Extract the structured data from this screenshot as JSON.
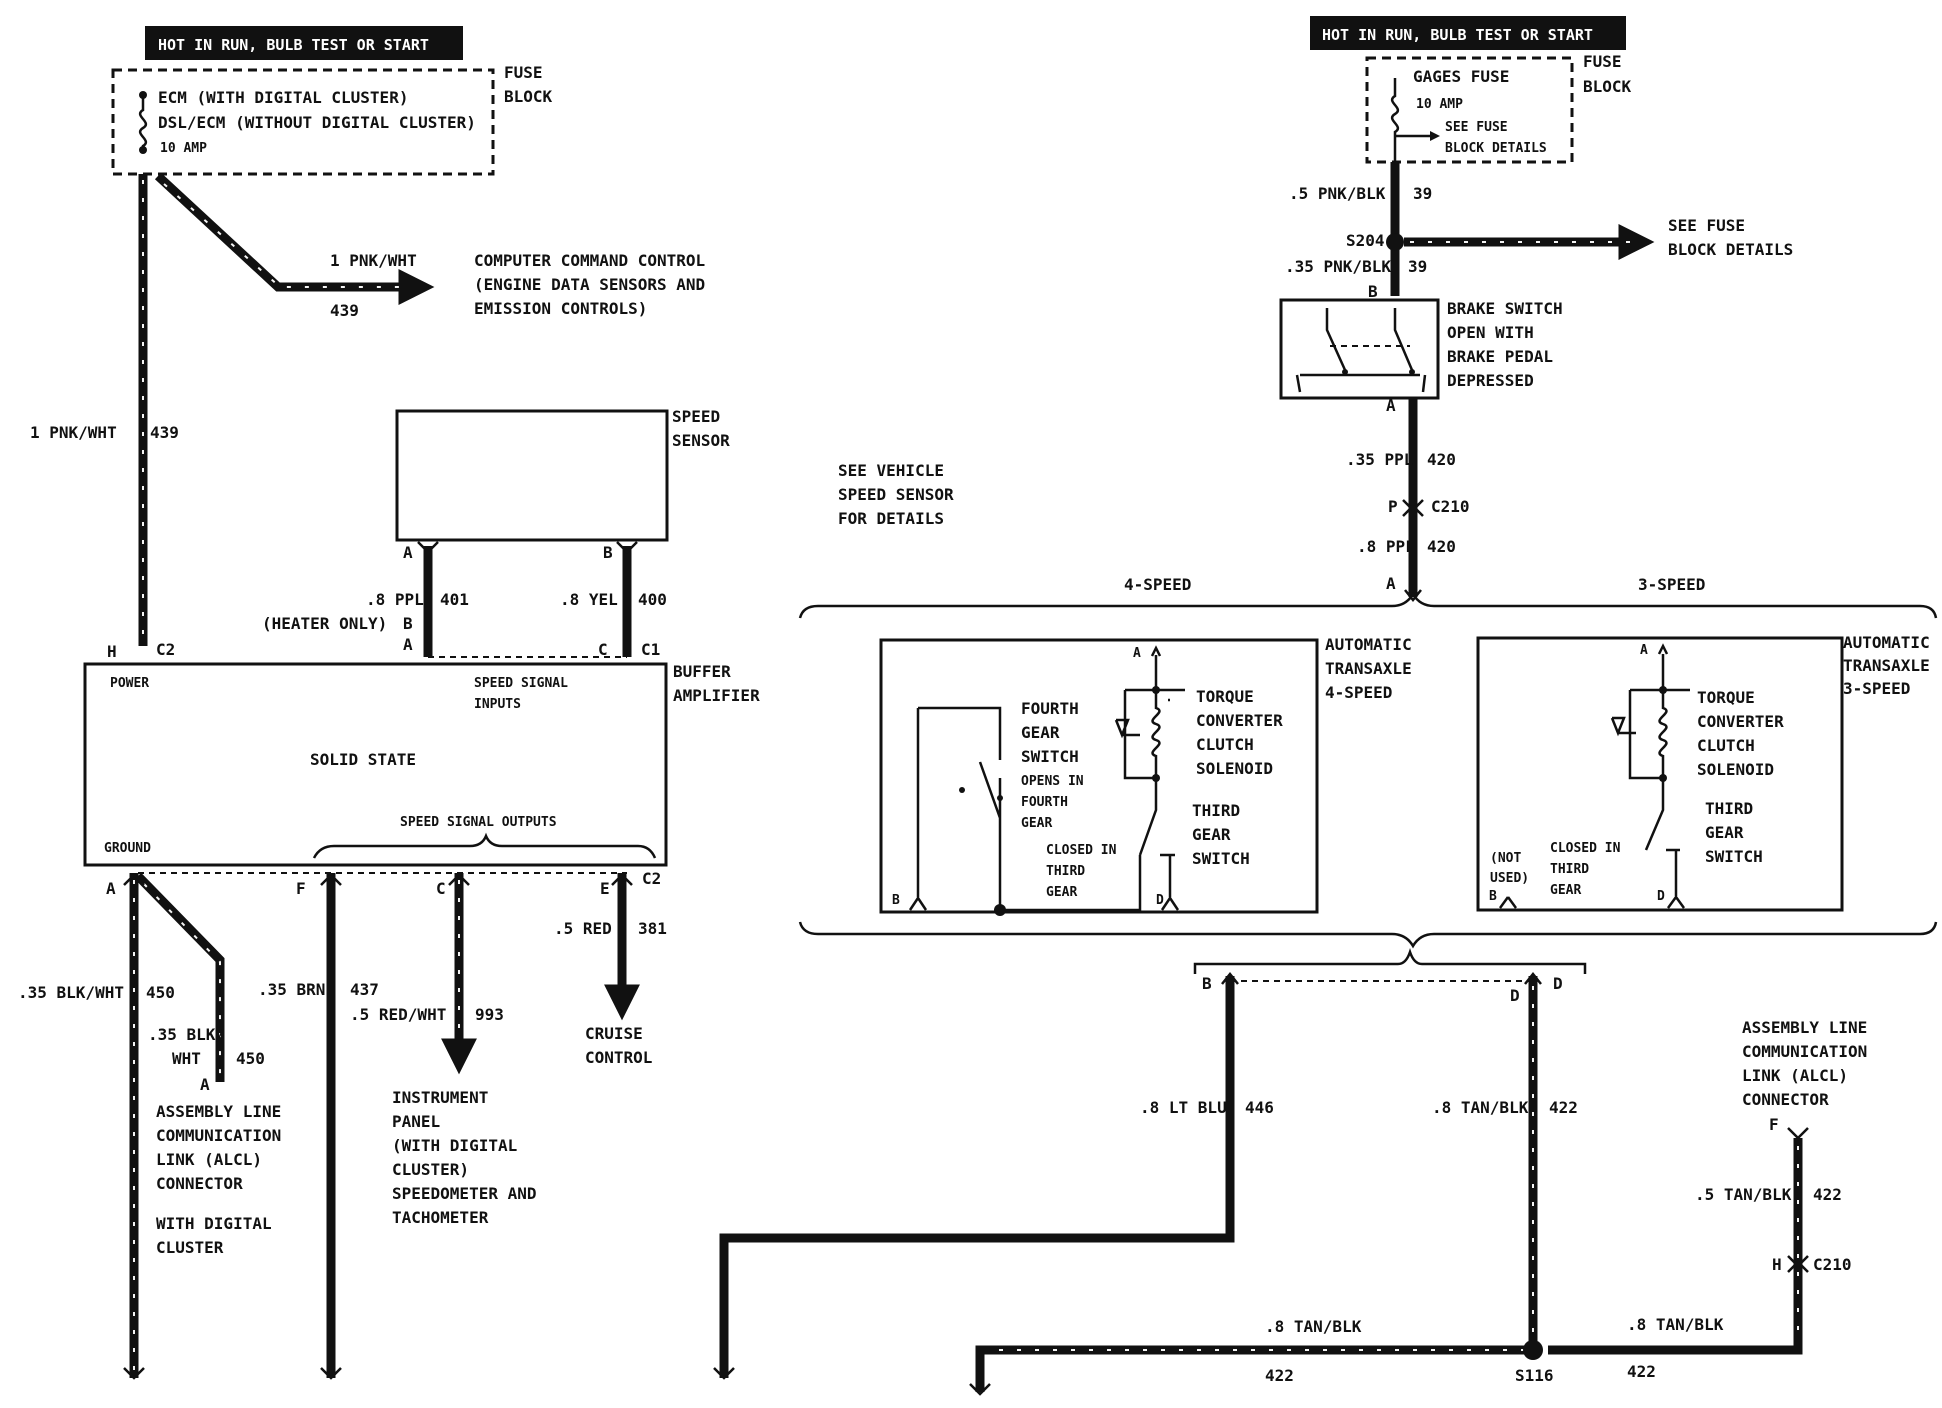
{
  "left_header": "HOT IN RUN, BULB TEST OR START",
  "right_header": "HOT IN RUN, BULB TEST OR START",
  "left_fuse": {
    "line1": "ECM (WITH DIGITAL CLUSTER)",
    "line2": "DSL/ECM (WITHOUT DIGITAL CLUSTER)",
    "rating": "10 AMP",
    "block_label_1": "FUSE",
    "block_label_2": "BLOCK"
  },
  "right_fuse": {
    "name": "GAGES FUSE",
    "rating": "10 AMP",
    "see1": "SEE FUSE",
    "see2": "BLOCK DETAILS",
    "block_label_1": "FUSE",
    "block_label_2": "BLOCK"
  },
  "ccc": {
    "wire": "1 PNK/WHT",
    "circuit": "439",
    "line1": "COMPUTER COMMAND CONTROL",
    "line2": "(ENGINE DATA SENSORS AND",
    "line3": "EMISSION CONTROLS)"
  },
  "main_wire": {
    "wire": "1 PNK/WHT",
    "circuit": "439"
  },
  "speed_sensor": {
    "label1": "SPEED",
    "label2": "SENSOR",
    "pin_a": "A",
    "pin_b": "B",
    "wire_a": ".8 PPL",
    "circuit_a": "401",
    "wire_b": ".8 YEL",
    "circuit_b": "400",
    "heater": "(HEATER ONLY)",
    "heater_pin": "B"
  },
  "buffer": {
    "label1": "BUFFER",
    "label2": "AMPLIFIER",
    "power": "POWER",
    "inputs1": "SPEED SIGNAL",
    "inputs2": "INPUTS",
    "solid": "SOLID STATE",
    "outputs": "SPEED SIGNAL OUTPUTS",
    "ground": "GROUND",
    "pin_h": "H",
    "conn_c2_top": "C2",
    "pin_a_top": "A",
    "pin_c_top": "C",
    "conn_c1": "C1",
    "pin_a": "A",
    "pin_f": "F",
    "pin_c": "C",
    "pin_e": "E",
    "conn_c2_bot": "C2"
  },
  "bottom_left": {
    "gnd_wire": ".35 BLK/WHT",
    "gnd_circuit": "450",
    "alcl_wire_1": ".35 BLK/",
    "alcl_wire_2": "WHT",
    "alcl_circuit": "450",
    "alcl_pin": "A",
    "alcl1": "ASSEMBLY LINE",
    "alcl2": "COMMUNICATION",
    "alcl3": "LINK (ALCL)",
    "alcl4": "CONNECTOR",
    "with1": "WITH DIGITAL",
    "with2": "CLUSTER",
    "brn_wire": ".35 BRN",
    "brn_circuit": "437",
    "red_wht_wire": ".5 RED/WHT",
    "red_wht_circuit": "993",
    "ip1": "INSTRUMENT",
    "ip2": "PANEL",
    "ip3": "(WITH DIGITAL",
    "ip4": "CLUSTER)",
    "ip5": "SPEEDOMETER AND",
    "ip6": "TACHOMETER",
    "red_wire": ".5 RED",
    "red_circuit": "381",
    "cruise1": "CRUISE",
    "cruise2": "CONTROL"
  },
  "brake": {
    "wire_top": ".5 PNK/BLK",
    "circuit_top": "39",
    "splice": "S204",
    "see1": "SEE FUSE",
    "see2": "BLOCK DETAILS",
    "wire_mid": ".35 PNK/BLK",
    "circuit_mid": "39",
    "pin_b": "B",
    "pin_a": "A",
    "label1": "BRAKE SWITCH",
    "label2": "OPEN WITH",
    "label3": "BRAKE PEDAL",
    "label4": "DEPRESSED",
    "ppl_wire": ".35 PPL",
    "ppl_circuit": "420",
    "conn": "C210",
    "conn_pin": "P",
    "ppl8_wire": ".8 PPL",
    "ppl8_circuit": "420",
    "pin_a2": "A"
  },
  "vss_note": {
    "line1": "SEE VEHICLE",
    "line2": "SPEED SENSOR",
    "line3": "FOR DETAILS"
  },
  "four_speed": {
    "bracket": "4-SPEED",
    "title1": "AUTOMATIC",
    "title2": "TRANSAXLE",
    "title3": "4-SPEED",
    "pin_a": "A",
    "pin_b": "B",
    "pin_d": "D",
    "fg1": "FOURTH",
    "fg2": "GEAR",
    "fg3": "SWITCH",
    "fg4": "OPENS IN",
    "fg5": "FOURTH",
    "fg6": "GEAR",
    "tcc1": "TORQUE",
    "tcc2": "CONVERTER",
    "tcc3": "CLUTCH",
    "tcc4": "SOLENOID",
    "tg1": "THIRD",
    "tg2": "GEAR",
    "tg3": "SWITCH",
    "cl1": "CLOSED IN",
    "cl2": "THIRD",
    "cl3": "GEAR"
  },
  "three_speed": {
    "bracket": "3-SPEED",
    "title1": "AUTOMATIC",
    "title2": "TRANSAXLE",
    "title3": "3-SPEED",
    "pin_a": "A",
    "pin_b": "B",
    "pin_d": "D",
    "tcc1": "TORQUE",
    "tcc2": "CONVERTER",
    "tcc3": "CLUTCH",
    "tcc4": "SOLENOID",
    "tg1": "THIRD",
    "tg2": "GEAR",
    "tg3": "SWITCH",
    "cl1": "CLOSED IN",
    "cl2": "THIRD",
    "cl3": "GEAR",
    "nu1": "(NOT",
    "nu2": "USED)"
  },
  "bottom_right": {
    "pin_b": "B",
    "pin_d_left": "D",
    "pin_d_right": "D",
    "lt_blu_wire": ".8 LT BLU",
    "lt_blu_circuit": "446",
    "tan_wire": ".8 TAN/BLK",
    "tan_circuit": "422",
    "alcl1": "ASSEMBLY LINE",
    "alcl2": "COMMUNICATION",
    "alcl3": "LINK (ALCL)",
    "alcl4": "CONNECTOR",
    "alcl_pin": "F",
    "alcl_wire": ".5 TAN/BLK",
    "alcl_circuit": "422",
    "conn_pin": "H",
    "conn": "C210",
    "bot_wire_l": ".8 TAN/BLK",
    "bot_circuit_l": "422",
    "bot_wire_r": ".8 TAN/BLK",
    "bot_circuit_r": "422",
    "splice": "S116"
  }
}
